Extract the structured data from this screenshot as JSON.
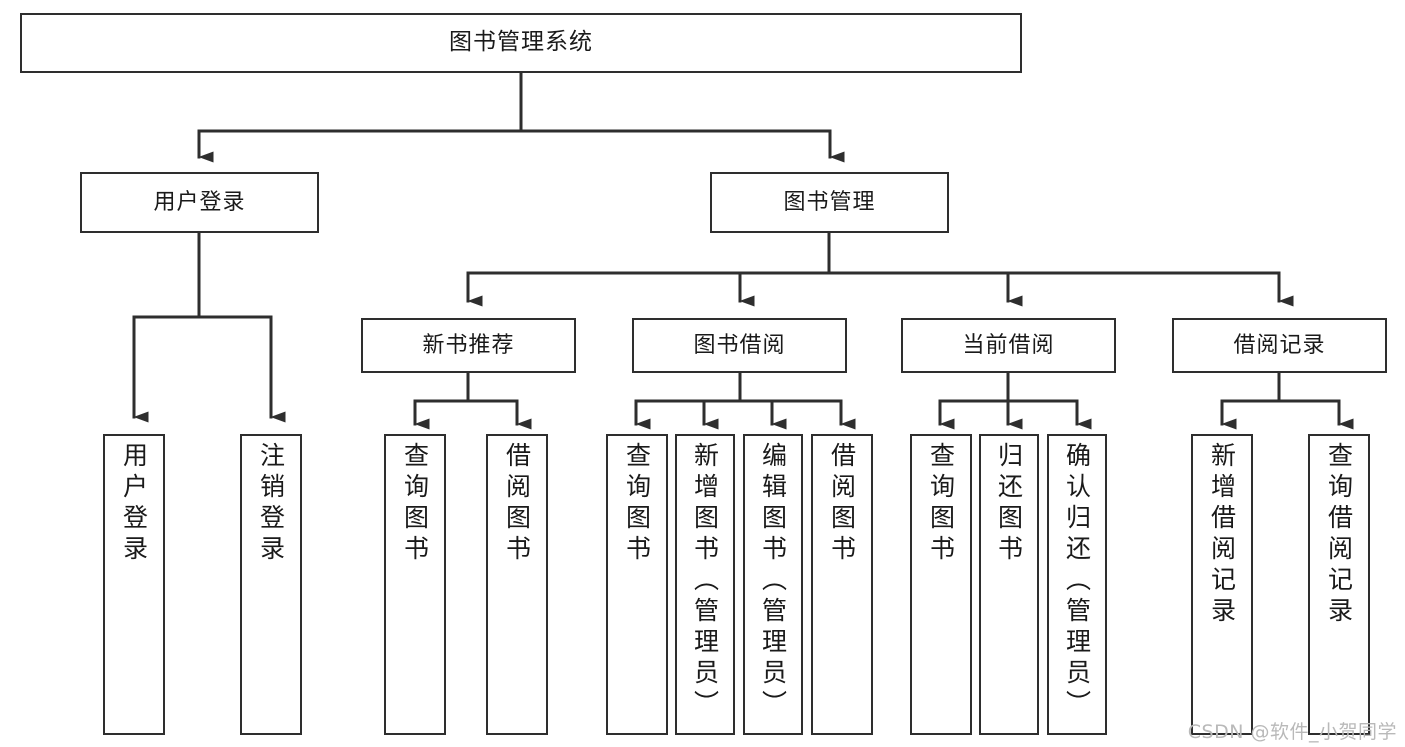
{
  "diagram": {
    "title": "图书管理系统",
    "type": "tree",
    "watermark": "CSDN @软件_小贺同学",
    "colors": {
      "box_border": "#2e2e2e",
      "box_fill": "#ffffff",
      "connector": "#2e2e2e",
      "text": "#1a1a1a",
      "watermark": "#b9b9b9",
      "background": "#ffffff"
    },
    "levels": {
      "root": {
        "label": "图书管理系统"
      },
      "modules": [
        {
          "id": "user-login",
          "label": "用户登录"
        },
        {
          "id": "book-management",
          "label": "图书管理"
        }
      ],
      "submodules": [
        {
          "id": "new-book-recommend",
          "label": "新书推荐"
        },
        {
          "id": "book-borrow",
          "label": "图书借阅"
        },
        {
          "id": "current-borrow",
          "label": "当前借阅"
        },
        {
          "id": "borrow-record",
          "label": "借阅记录"
        }
      ],
      "leaves": {
        "user-login": [
          {
            "id": "leaf-user-login",
            "label": "用户登录"
          },
          {
            "id": "leaf-logout",
            "label": "注销登录"
          }
        ],
        "new-book-recommend": [
          {
            "id": "leaf-query-book-1",
            "label": "查询图书"
          },
          {
            "id": "leaf-borrow-book-1",
            "label": "借阅图书"
          }
        ],
        "book-borrow": [
          {
            "id": "leaf-query-book-2",
            "label": "查询图书"
          },
          {
            "id": "leaf-add-book-admin",
            "label": "新增图书（管理员）"
          },
          {
            "id": "leaf-edit-book-admin",
            "label": "编辑图书（管理员）"
          },
          {
            "id": "leaf-borrow-book-2",
            "label": "借阅图书"
          }
        ],
        "current-borrow": [
          {
            "id": "leaf-query-book-3",
            "label": "查询图书"
          },
          {
            "id": "leaf-return-book",
            "label": "归还图书"
          },
          {
            "id": "leaf-confirm-return-admin",
            "label": "确认归还（管理员）"
          }
        ],
        "borrow-record": [
          {
            "id": "leaf-add-borrow-record",
            "label": "新增借阅记录"
          },
          {
            "id": "leaf-query-borrow-record",
            "label": "查询借阅记录"
          }
        ]
      }
    }
  }
}
